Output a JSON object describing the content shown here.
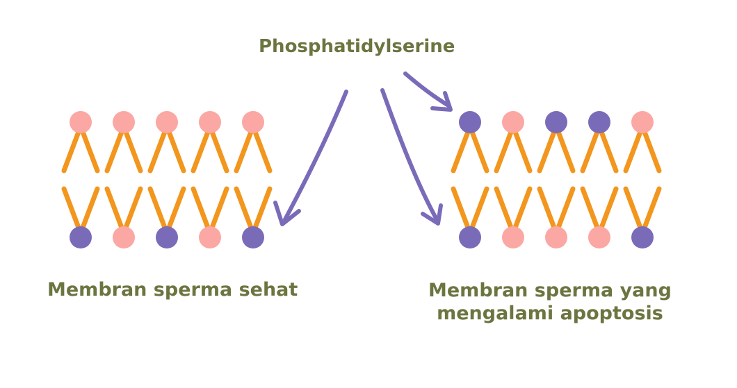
{
  "title": "Phosphatidylserine",
  "left_caption": "Membran sperma sehat",
  "right_caption_line1": "Membran sperma yang",
  "right_caption_line2": "mengalami apoptosis",
  "colors": {
    "pink_head": "#fba7a3",
    "purple_head": "#7a6bb9",
    "tail": "#f2961e",
    "arrow": "#7a6bb9",
    "text": "#6b7540"
  },
  "membranes": [
    {
      "name": "healthy",
      "top_heads": [
        "pink",
        "pink",
        "pink",
        "pink",
        "pink"
      ],
      "bottom_heads": [
        "purple",
        "pink",
        "purple",
        "pink",
        "purple"
      ]
    },
    {
      "name": "apoptosis",
      "top_heads": [
        "purple",
        "pink",
        "purple",
        "purple",
        "pink"
      ],
      "bottom_heads": [
        "purple",
        "pink",
        "pink",
        "pink",
        "purple"
      ]
    }
  ]
}
